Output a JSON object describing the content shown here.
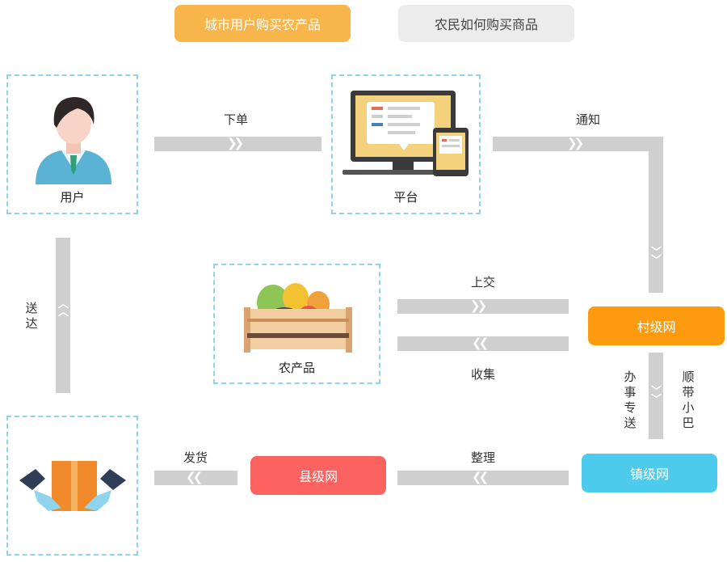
{
  "tabs": [
    {
      "label": "城市用户购买农产品",
      "active": true
    },
    {
      "label": "农民如何购买商品",
      "active": false
    }
  ],
  "nodes": {
    "user": "用户",
    "platform": "平台",
    "produce": "农产品",
    "village": "村级网",
    "town": "镇级网",
    "county": "县级网"
  },
  "flows": {
    "order": "下单",
    "notify": "通知",
    "submit": "上交",
    "collect": "收集",
    "errand": "办事专送",
    "bus": "顺带小巴",
    "sort": "整理",
    "ship": "发货",
    "deliver": "送达"
  },
  "colors": {
    "active_tab": "#f7b54b",
    "village": "#fd9a0e",
    "town": "#4ccbec",
    "county": "#fb6260",
    "connector": "#cfcfcf",
    "dash": "#8fd3ec"
  }
}
